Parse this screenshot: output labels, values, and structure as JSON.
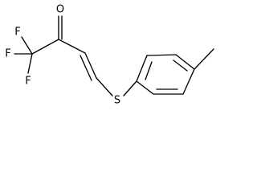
{
  "molecule": {
    "atoms": {
      "oxygen": "O",
      "fluorine_left": "F",
      "fluorine_top": "F",
      "fluorine_bottom": "F",
      "sulfur": "S"
    },
    "colors": {
      "bond": "#000000",
      "text": "#000000",
      "background": "#ffffff"
    }
  }
}
